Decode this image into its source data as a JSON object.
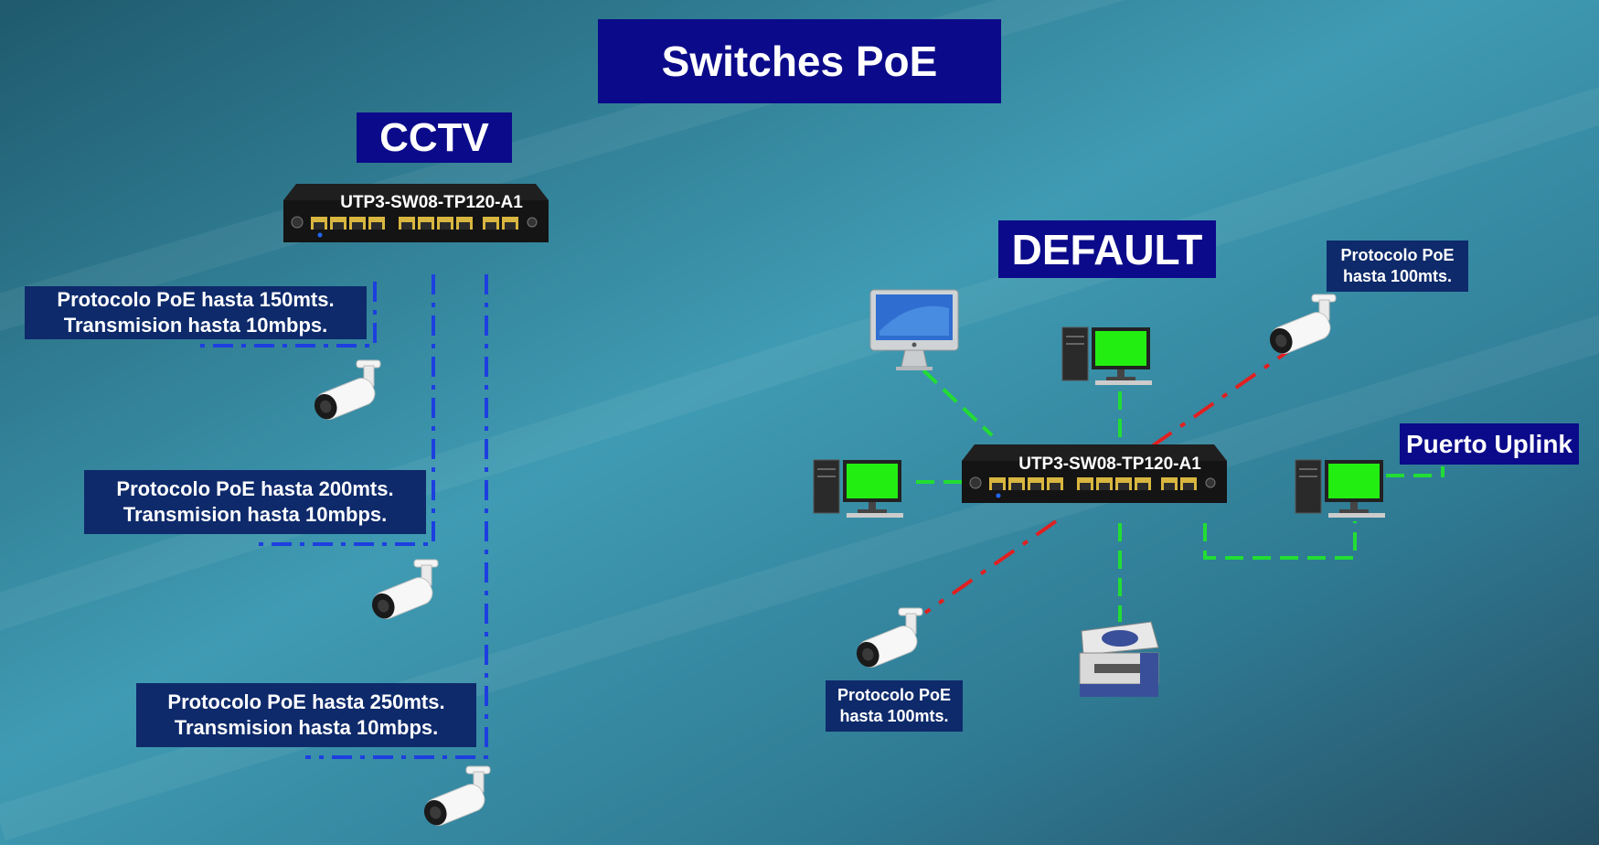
{
  "title": "Switches PoE",
  "cctv": {
    "heading": "CCTV",
    "switch_model": "UTP3-SW08-TP120-A1",
    "notes": [
      {
        "line1": "Protocolo PoE hasta 150mts.",
        "line2": "Transmision hasta 10mbps."
      },
      {
        "line1": "Protocolo PoE hasta 200mts.",
        "line2": "Transmision hasta 10mbps."
      },
      {
        "line1": "Protocolo PoE hasta 250mts.",
        "line2": "Transmision hasta 10mbps."
      }
    ]
  },
  "default": {
    "heading": "DEFAULT",
    "switch_model": "UTP3-SW08-TP120-A1",
    "camera_note_top": {
      "line1": "Protocolo PoE",
      "line2": "hasta 100mts."
    },
    "camera_note_bottom": {
      "line1": "Protocolo PoE",
      "line2": "hasta 100mts."
    },
    "uplink_label": "Puerto Uplink"
  },
  "colors": {
    "title_bg": "#0b0a8a",
    "note_bg": "#0e2a6b",
    "cctv_line": "#1d3fe0",
    "lan_line": "#22dd33",
    "poe_line": "#e02020",
    "monitor_screen": "#22ee11"
  }
}
